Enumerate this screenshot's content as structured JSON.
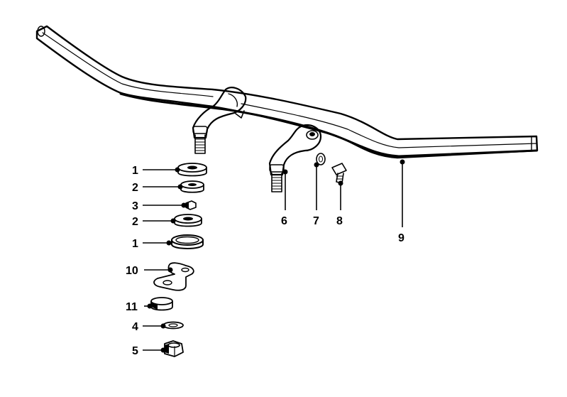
{
  "callouts": {
    "washer_1_top": "1",
    "ring_2_top": "2",
    "nut_3": "3",
    "ring_2_bottom": "2",
    "washer_1_bottom": "1",
    "bracket_10": "10",
    "bush_11": "11",
    "washer_4": "4",
    "nut_5": "5",
    "clamp_6": "6",
    "washer_7": "7",
    "screw_8": "8",
    "handlebar_9": "9"
  },
  "icons": {
    "handlebar": "handlebar-icon",
    "clamp_left": "clamp-left-icon",
    "clamp_right": "clamp-right-icon",
    "washer": "washer-icon",
    "screw": "screw-icon",
    "bracket": "bracket-icon",
    "nut": "nut-icon"
  },
  "colors": {
    "ink": "#000000",
    "background": "#ffffff"
  }
}
